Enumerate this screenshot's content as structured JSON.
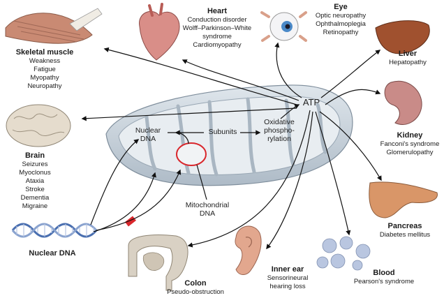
{
  "center": {
    "atp": "ATP",
    "nuclear_dna_line1": "Nuclear",
    "nuclear_dna_line2": "DNA",
    "subunits": "Subunits",
    "oxphos_line1": "Oxidative",
    "oxphos_line2": "phospho-",
    "oxphos_line3": "rylation",
    "mito_dna_line1": "Mitochondrial",
    "mito_dna_line2": "DNA",
    "dna_helix_label": "Nuclear DNA"
  },
  "organs": {
    "heart": {
      "title": "Heart",
      "lines": [
        "Conduction disorder",
        "Wolff–Parkinson–White",
        "syndrome",
        "Cardiomyopathy"
      ]
    },
    "eye": {
      "title": "Eye",
      "lines": [
        "Optic neuropathy",
        "Ophthalmoplegia",
        "Retinopathy"
      ]
    },
    "liver": {
      "title": "Liver",
      "lines": [
        "Hepatopathy"
      ]
    },
    "kidney": {
      "title": "Kidney",
      "lines": [
        "Fanconi's syndrome",
        "Glomerulopathy"
      ]
    },
    "pancreas": {
      "title": "Pancreas",
      "lines": [
        "Diabetes mellitus"
      ]
    },
    "blood": {
      "title": "Blood",
      "lines": [
        "Pearson's syndrome"
      ]
    },
    "inner_ear": {
      "title": "Inner ear",
      "lines": [
        "Sensorineural",
        "hearing loss"
      ]
    },
    "colon": {
      "title": "Colon",
      "lines": [
        "Pseudo-obstruction"
      ]
    },
    "brain": {
      "title": "Brain",
      "lines": [
        "Seizures",
        "Myoclonus",
        "Ataxia",
        "Stroke",
        "Dementia",
        "Migraine"
      ]
    },
    "skeletal_muscle": {
      "title": "Skeletal muscle",
      "lines": [
        "Weakness",
        "Fatigue",
        "Myopathy",
        "Neuropathy"
      ]
    }
  },
  "colors": {
    "mito_outer": "#c9d3dc",
    "mito_inner": "#e4e9ee",
    "dna_ring": "#d9262b",
    "helix": "#4a6fb0",
    "muscle": "#c98a73",
    "brain": "#e5dccd",
    "heart": "#d98e88",
    "liver": "#a0512f",
    "kidney": "#c98b88",
    "pancreas": "#d99668",
    "blood": "#b9c6e0",
    "colon": "#d9d1c4",
    "ear": "#e2a78e"
  }
}
